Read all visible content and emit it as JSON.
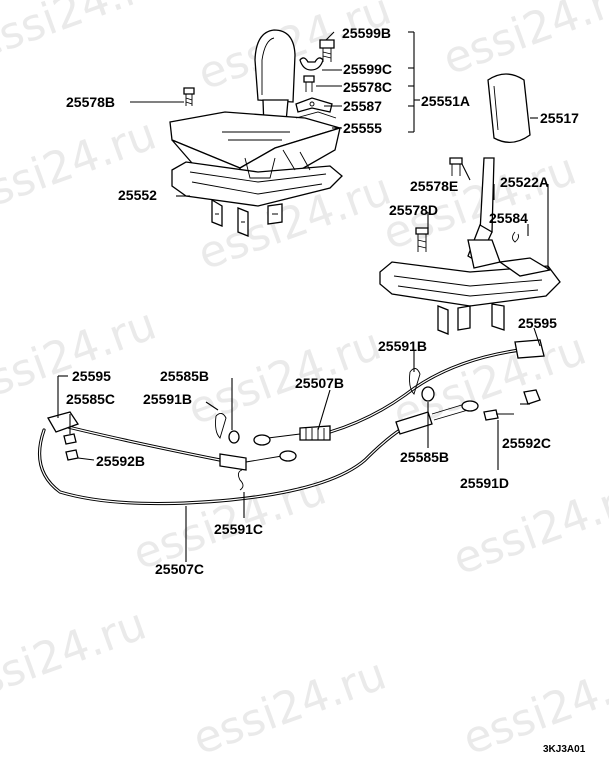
{
  "watermark": "essi24.ru",
  "diagram_code": "3KJ3A01",
  "labels": {
    "p25599B": "25599B",
    "p25599C": "25599C",
    "p25578C": "25578C",
    "p25587": "25587",
    "p25555": "25555",
    "p25551A": "25551A",
    "p25578B": "25578B",
    "p25552": "25552",
    "p25517": "25517",
    "p25578E": "25578E",
    "p25522A": "25522A",
    "p25578D": "25578D",
    "p25584": "25584",
    "p25595_right": "25595",
    "p25591B_right": "25591B",
    "p25507B": "25507B",
    "p25585B_left": "25585B",
    "p25591B_left": "25591B",
    "p25595_left": "25595",
    "p25585C": "25585C",
    "p25592B": "25592B",
    "p25585B_right": "25585B",
    "p25592C": "25592C",
    "p25591D": "25591D",
    "p25591C": "25591C",
    "p25507C": "25507C"
  }
}
